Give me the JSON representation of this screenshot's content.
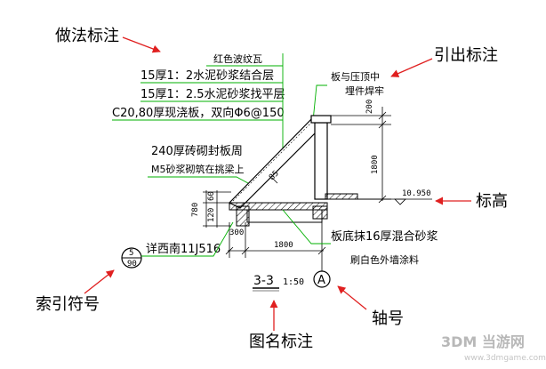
{
  "callouts": {
    "construction_note": "做法标注",
    "leader_note": "引出标注",
    "elevation_mark": "标高",
    "index_symbol": "索引符号",
    "axis_number": "轴号",
    "drawing_title": "图名标注"
  },
  "layers": [
    "红色波纹瓦",
    "15厚1：2水泥砂浆结合层",
    "15厚1：2.5水泥砂浆找平层",
    "C20,80厚现浇板，双向Φ6@150"
  ],
  "notes": {
    "top_right": [
      "板与压顶中",
      "埋件焊牢"
    ],
    "wall_note": [
      "240厚砖砌封板周",
      "M5砂浆砌筑在挑梁上"
    ],
    "bottom_right": [
      "板底抹16厚混合砂浆",
      "刷白色外墙涂料"
    ],
    "detail_ref": "详西南11J516"
  },
  "dimensions": {
    "top": "200",
    "height": "1800",
    "elevation": "10.950",
    "left_total": "780",
    "left_upper": "60",
    "left_lower": "120",
    "width_small": "300",
    "width_main": "1800",
    "slope": "85"
  },
  "index_symbol": {
    "top": "5",
    "bottom": "90"
  },
  "axis": {
    "label": "A"
  },
  "title": {
    "name": "3-3",
    "scale": "1:50"
  },
  "watermark": {
    "brand": "3DM 当游网",
    "url": "www.3dmgame.com"
  },
  "colors": {
    "arrow": "#e02020",
    "line": "#000000",
    "leader": "#00b000"
  }
}
